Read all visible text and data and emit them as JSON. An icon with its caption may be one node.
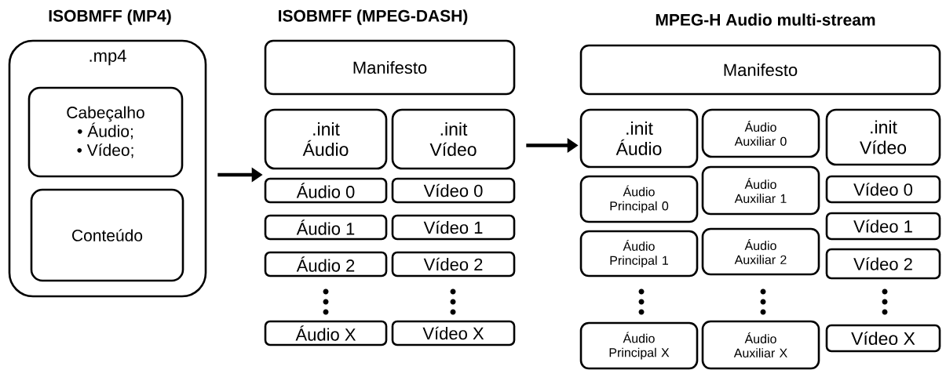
{
  "diagram": {
    "nodes": [
      {
        "text": [
          ".mp4"
        ]
      },
      {
        "text": [
          "Cabeçalho",
          "•   Áudio;",
          "•   Vídeo;"
        ],
        "in": 0
      },
      {
        "text": [
          "Conteúdo"
        ],
        "in": 0
      },
      {
        "text": [
          "Manifesto"
        ]
      },
      {
        "text": [
          ".init Áudio"
        ]
      },
      {
        "text": [
          ".init Vídeo"
        ]
      },
      {
        "text": [
          "Áudio 0"
        ]
      },
      {
        "text": [
          "Vídeo 0"
        ]
      },
      {
        "text": [
          "Áudio 1"
        ]
      },
      {
        "text": [
          "Vídeo 1"
        ]
      },
      {
        "text": [
          "Áudio 2"
        ]
      },
      {
        "text": [
          "Vídeo 2"
        ]
      },
      {
        "text": [
          "Áudio X"
        ]
      },
      {
        "text": [
          "Vídeo X"
        ]
      },
      {
        "text": [
          "Manifesto"
        ]
      },
      {
        "text": [
          ".init Áudio"
        ]
      },
      {
        "text": [
          "Áudio Auxiliar 0"
        ]
      },
      {
        "text": [
          ".init Vídeo"
        ]
      },
      {
        "text": [
          "Áudio Principal 0"
        ]
      },
      {
        "text": [
          "Áudio Auxiliar 1"
        ]
      },
      {
        "text": [
          "Vídeo 0"
        ]
      },
      {
        "text": [
          "Vídeo 1"
        ]
      },
      {
        "text": [
          "Áudio Principal 1"
        ]
      },
      {
        "text": [
          "Áudio Auxiliar 2"
        ]
      },
      {
        "text": [
          "Vídeo 2"
        ]
      },
      {
        "text": [
          "Áudio Principal X"
        ]
      },
      {
        "text": [
          "Áudio Auxiliar X"
        ]
      },
      {
        "text": [
          "Vídeo X"
        ]
      }
    ],
    "edges": [
      {
        "from": 0,
        "to": 4,
        "arrow": "to"
      },
      {
        "from": 5,
        "to": 15,
        "arrow": "to"
      }
    ],
    "labels": [
      "ISOBMFF (MP4)",
      "ISOBMFF (MPEG-DASH)",
      "MPEG-H Audio multi-stream"
    ]
  }
}
